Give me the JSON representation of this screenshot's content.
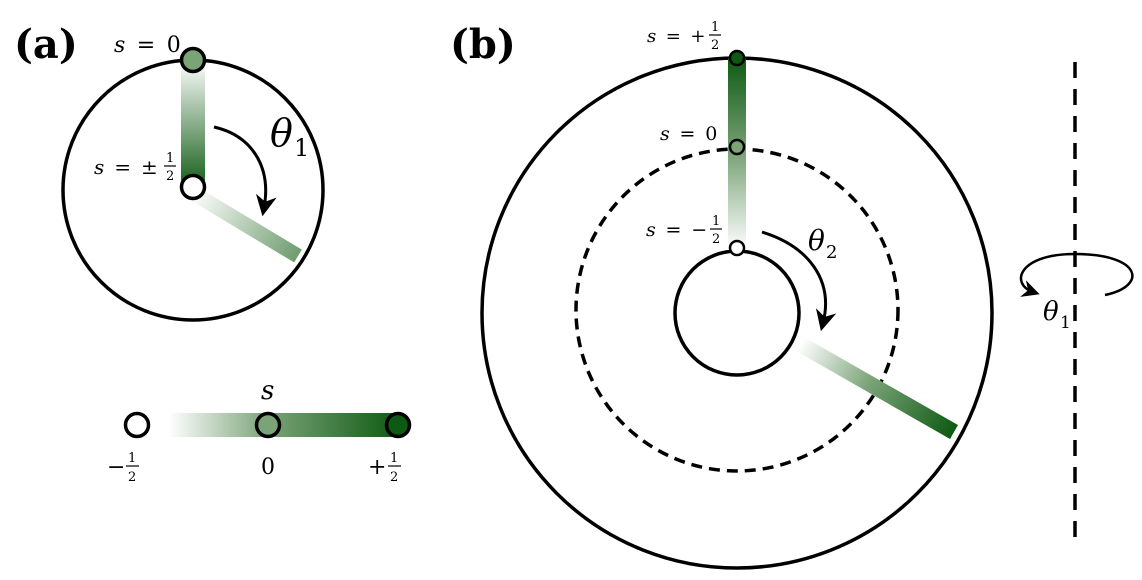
{
  "panels": {
    "a": {
      "label": "(a)"
    },
    "b": {
      "label": "(b)"
    }
  },
  "variable": {
    "symbol": "s"
  },
  "theta": {
    "symbol": "θ",
    "sub1": "1",
    "sub2": "2"
  },
  "text": {
    "eq": "=",
    "zero": "0",
    "plus": "+",
    "minus": "−",
    "plusminus": "±",
    "half_num": "1",
    "half_den": "2"
  },
  "colors": {
    "green_dark": "#0e5a12",
    "green_mid": "#6f9c6e",
    "green_light": "#ffffff",
    "stroke": "#000000"
  },
  "icons": [
    "rotation-arrow-icon",
    "rotation-loop-icon"
  ]
}
